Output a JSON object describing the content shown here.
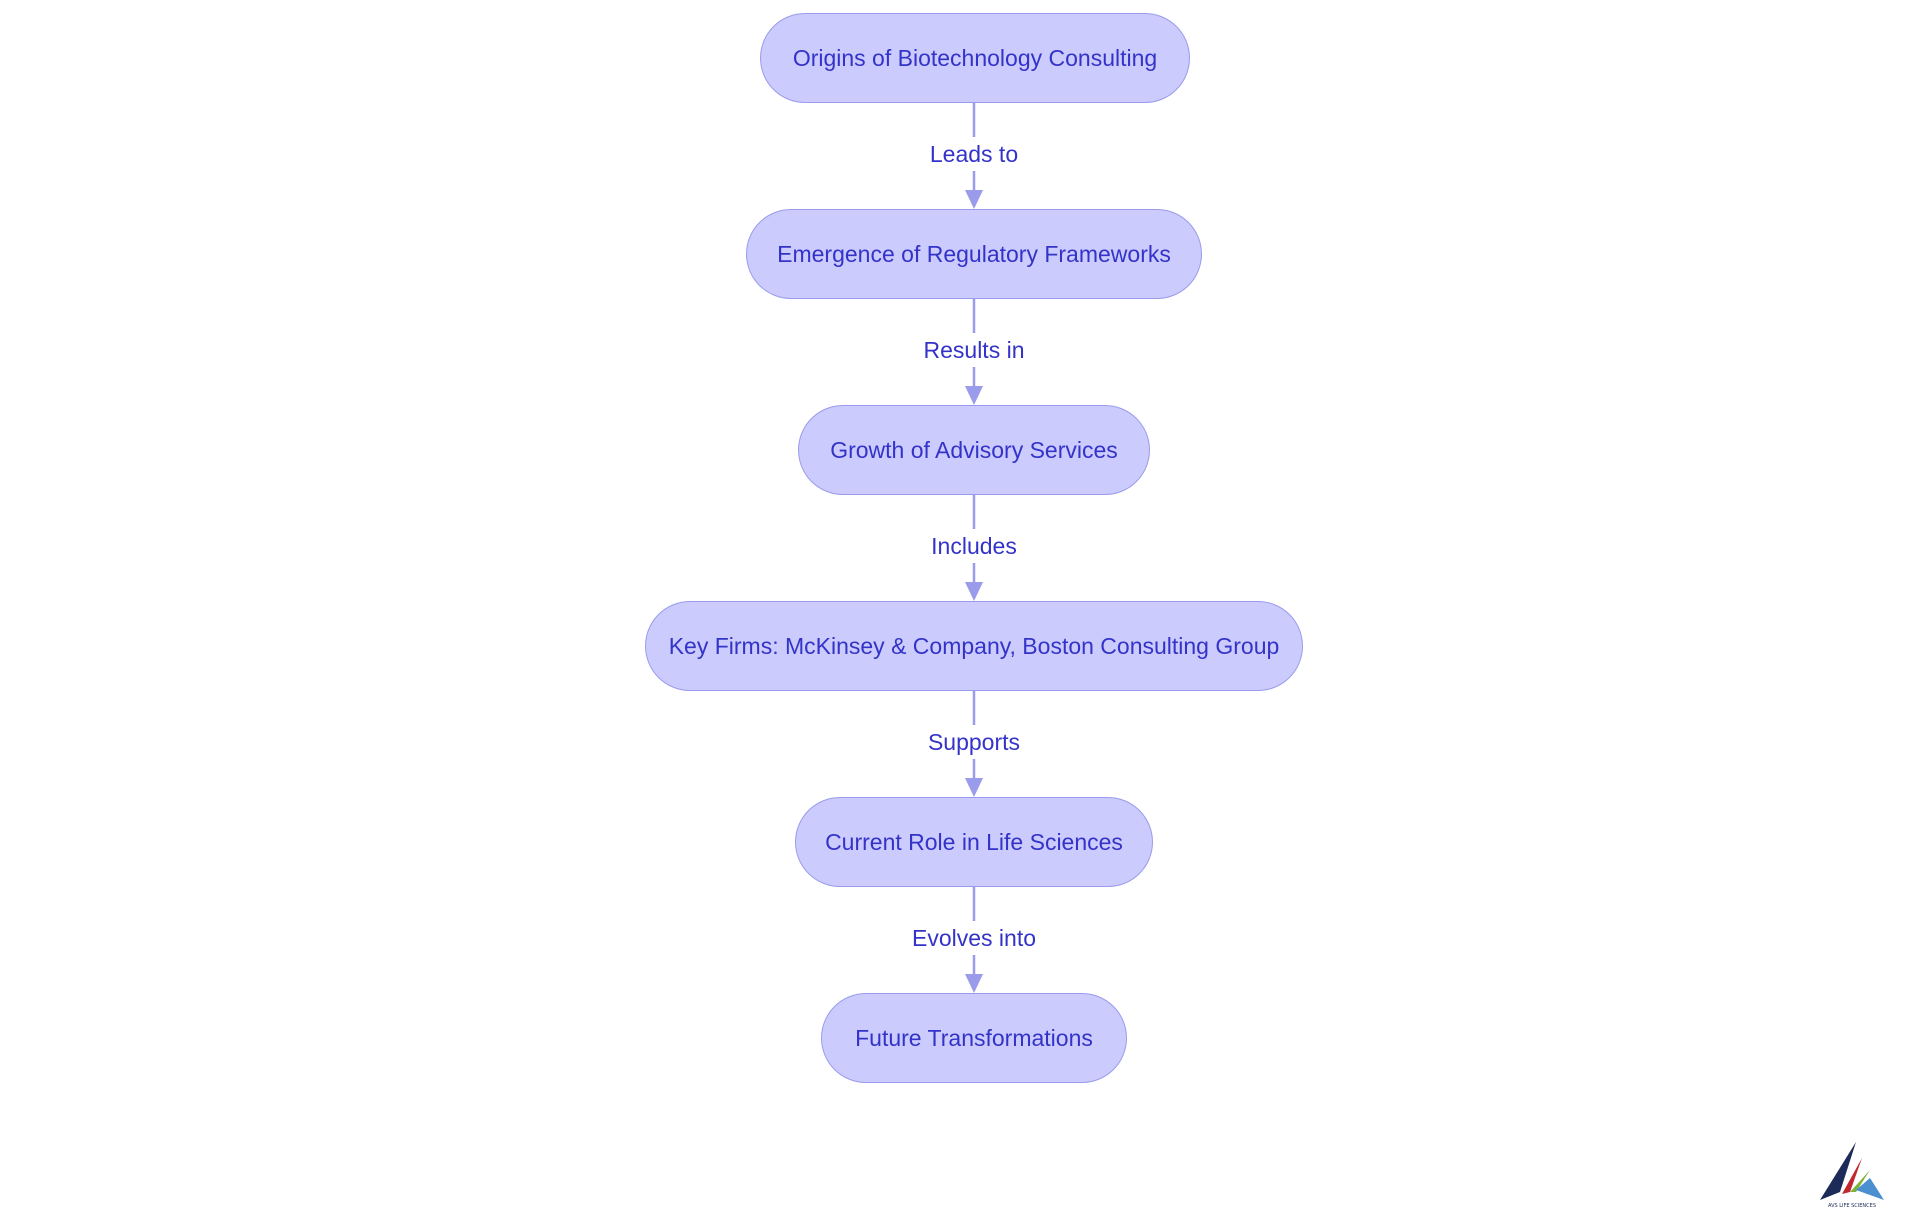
{
  "diagram": {
    "nodes": [
      {
        "id": "origins",
        "label": "Origins of Biotechnology Consulting"
      },
      {
        "id": "regulatory",
        "label": "Emergence of Regulatory Frameworks"
      },
      {
        "id": "advisory",
        "label": "Growth of Advisory Services"
      },
      {
        "id": "key_firms",
        "label": "Key Firms: McKinsey & Company, Boston Consulting Group"
      },
      {
        "id": "current_role",
        "label": "Current Role in Life Sciences"
      },
      {
        "id": "future",
        "label": "Future Transformations"
      }
    ],
    "edges": [
      {
        "from": "origins",
        "to": "regulatory",
        "label": "Leads to"
      },
      {
        "from": "regulatory",
        "to": "advisory",
        "label": "Results in"
      },
      {
        "from": "advisory",
        "to": "key_firms",
        "label": "Includes"
      },
      {
        "from": "key_firms",
        "to": "current_role",
        "label": "Supports"
      },
      {
        "from": "current_role",
        "to": "future",
        "label": "Evolves into"
      }
    ]
  },
  "logo": {
    "text": "AVS LIFE SCIENCES"
  },
  "colors": {
    "node_fill": "#cbcbfd",
    "node_border": "#9b9bec",
    "text": "#3433c9",
    "edge": "#9b9bec",
    "background": "#ffffff",
    "logo_navy": "#1c2b57",
    "logo_red": "#c0282e",
    "logo_green": "#7fb238",
    "logo_blue": "#4a90d0"
  }
}
